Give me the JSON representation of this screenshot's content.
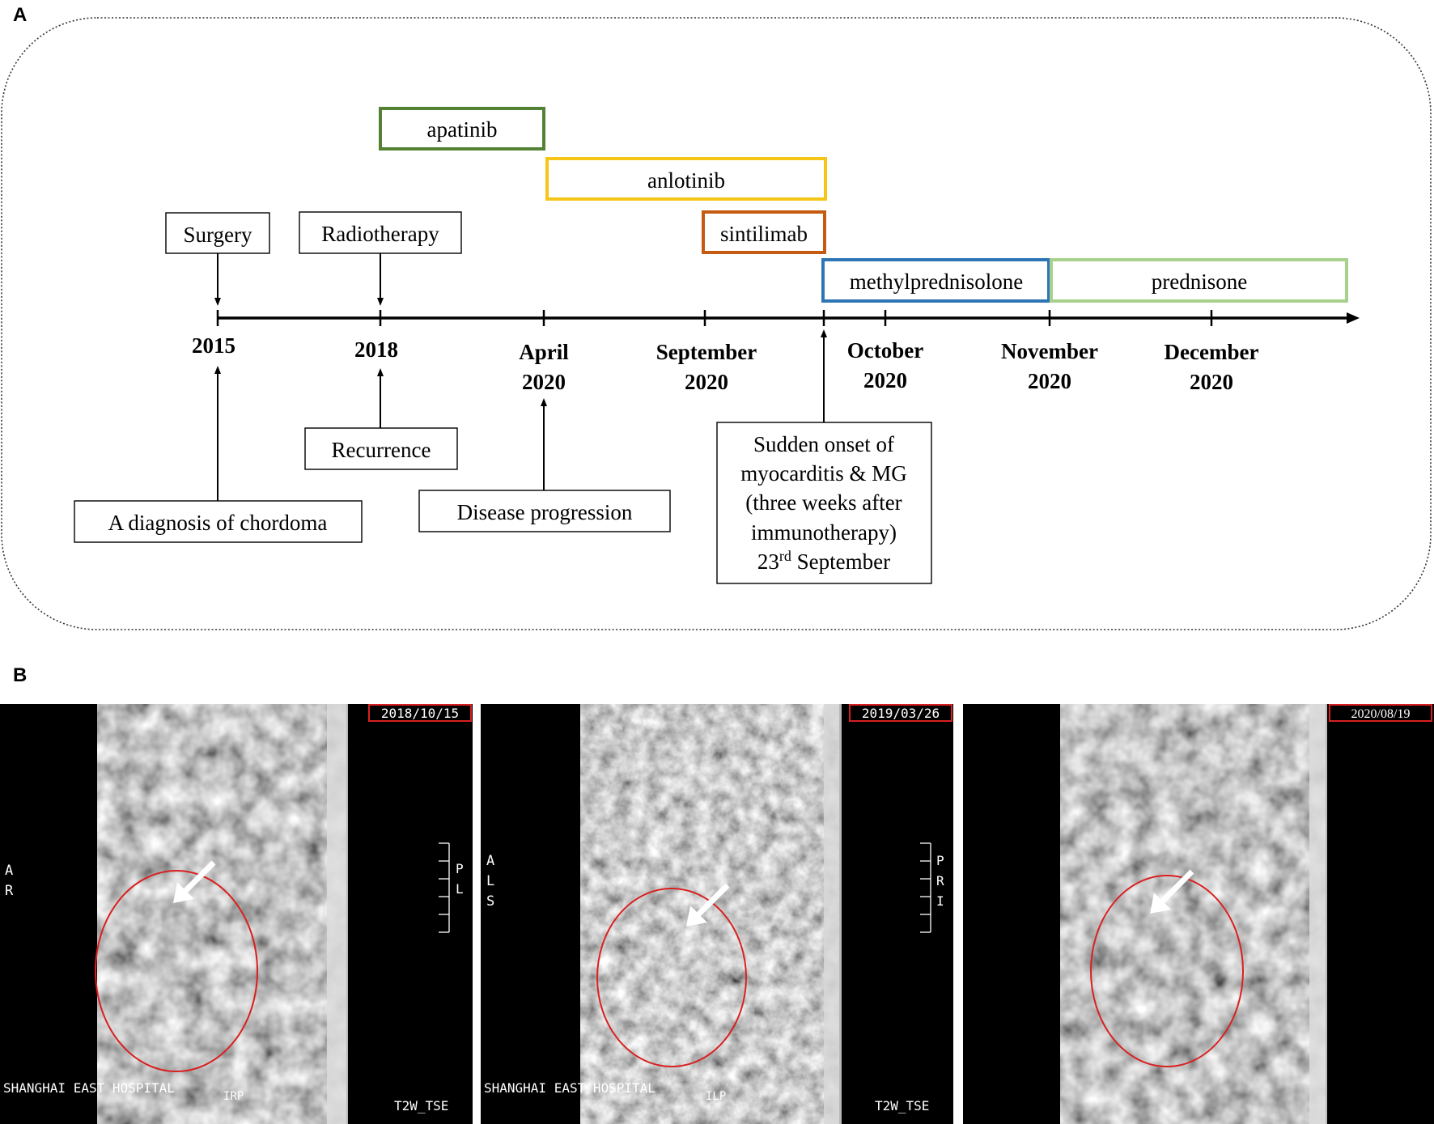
{
  "panel_a": {
    "label": "A",
    "treatments": {
      "apatinib": "apatinib",
      "anlotinib": "anlotinib",
      "sintilimab": "sintilimab",
      "methylprednisolone": "methylprednisolone",
      "prednisone": "prednisone"
    },
    "treatment_colors": {
      "apatinib": "#548235",
      "anlotinib": "#F5C518",
      "sintilimab": "#C55A11",
      "methylprednisolone": "#2E75B6",
      "prednisone": "#A9D18E"
    },
    "above_events": {
      "surgery": "Surgery",
      "radiotherapy": "Radiotherapy"
    },
    "ticks": {
      "t2015": "2015",
      "t2018": "2018",
      "april_1": "April",
      "april_2": "2020",
      "september_1": "September",
      "september_2": "2020",
      "october_1": "October",
      "october_2": "2020",
      "november_1": "November",
      "november_2": "2020",
      "december_1": "December",
      "december_2": "2020"
    },
    "below_events": {
      "diagnosis": "A diagnosis of chordoma",
      "recurrence": "Recurrence",
      "progression": "Disease progression",
      "onset_line1": "Sudden onset of",
      "onset_line2": "myocarditis & MG",
      "onset_line3": "(three weeks after",
      "onset_line4": "immunotherapy)",
      "onset_line5_num": "23",
      "onset_line5_sup": "rd",
      "onset_line5_rest": " September"
    }
  },
  "panel_b": {
    "label": "B",
    "scans": [
      {
        "date": "2018/10/15",
        "orient_1": "A",
        "orient_2": "R",
        "scale_1": "P",
        "scale_2": "L",
        "hospital": "SHANGHAI EAST HOSPITAL",
        "code": "IRP",
        "sequence": "T2W_TSE"
      },
      {
        "date": "2019/03/26",
        "orient_1": "A",
        "orient_2": "L",
        "orient_3": "S",
        "scale_1": "P",
        "scale_2": "R",
        "scale_3": "I",
        "hospital": "SHANGHAI EAST HOSPITAL",
        "code": "ILP",
        "sequence": "T2W_TSE"
      },
      {
        "date": "2020/08/19"
      }
    ],
    "annotation_color": "#D92020"
  }
}
